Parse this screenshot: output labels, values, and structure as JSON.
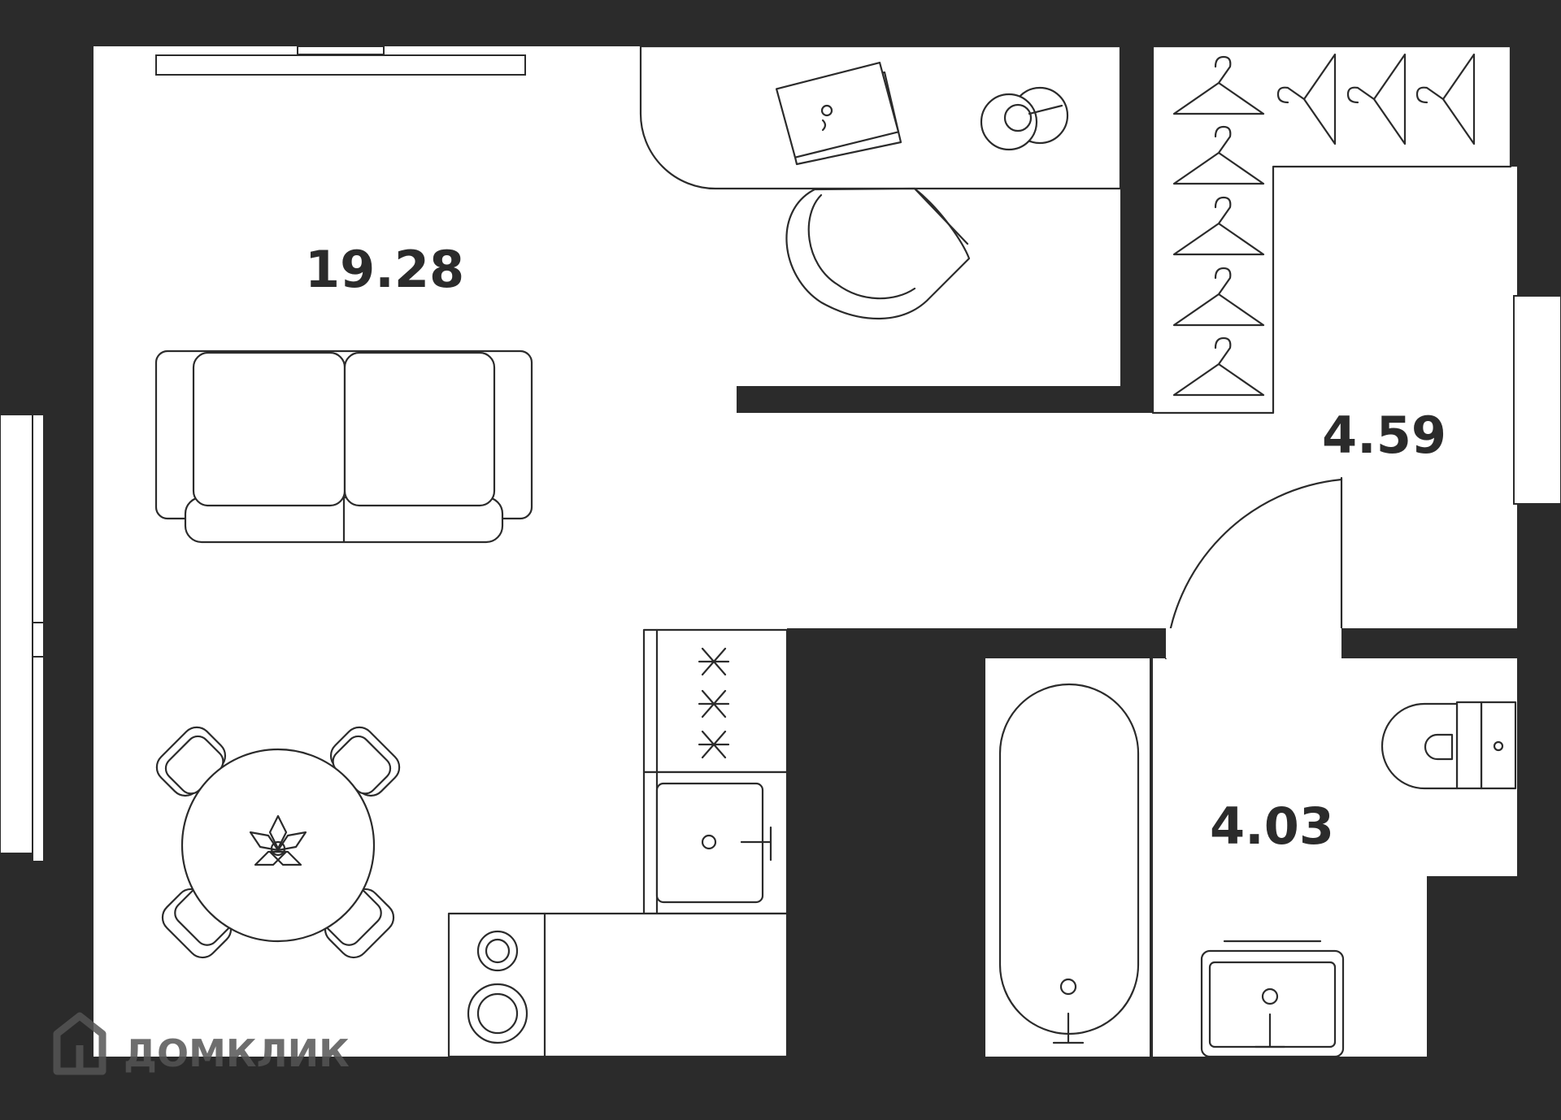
{
  "rooms": {
    "living_area": "19.28",
    "hall_area": "4.59",
    "bathroom_area": "4.03"
  },
  "watermark": {
    "text": "ДОМКЛИК"
  },
  "colors": {
    "wall": "#2b2b2b",
    "floor": "#ffffff",
    "watermark": "#555555"
  }
}
